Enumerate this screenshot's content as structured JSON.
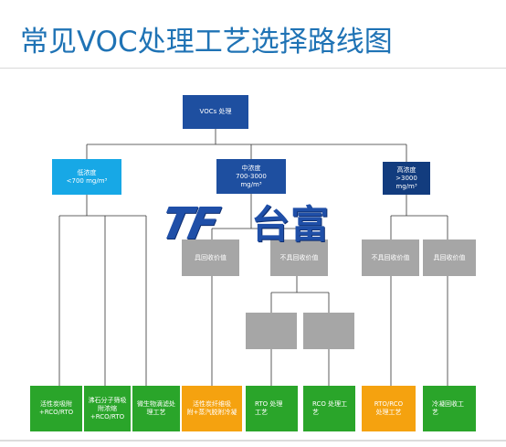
{
  "title": "常见VOC处理工艺选择路线图",
  "logo": {
    "latin": "TF",
    "chinese": "台富"
  },
  "root": "VOCs 处理",
  "levels": {
    "low": "低浓度\n<700 mg/m³",
    "mid": "中浓度\n700-3000\nmg/m³",
    "high": "高浓度\n>3000\nmg/m³"
  },
  "values": {
    "mid_recover": "具回收价值",
    "mid_norecover": "不具回收价值",
    "high_norecover": "不具回收价值",
    "high_recover": "具回收价值"
  },
  "processes": {
    "p1": "活性炭吸附\n+RCO/RTO",
    "p2": "沸石分子筛吸\n附浓缩\n+RCO/RTO",
    "p3": "微生物滴滤处\n理工艺",
    "p4": "活性炭纤维吸\n附+蒸汽脱附冷凝",
    "p5": "RTO 处理\n工艺",
    "p6": "RCO 处理工\n艺",
    "p7": "RTO/RCO\n处理工艺",
    "p8": "冷凝回收工\n艺"
  },
  "colors": {
    "title": "#1f73b5",
    "dark_blue": "#1e4fa0",
    "sky_blue": "#17a8e6",
    "navy": "#123c7e",
    "gray": "#a6a6a6",
    "green": "#2aa52a",
    "orange": "#f5a20f"
  }
}
